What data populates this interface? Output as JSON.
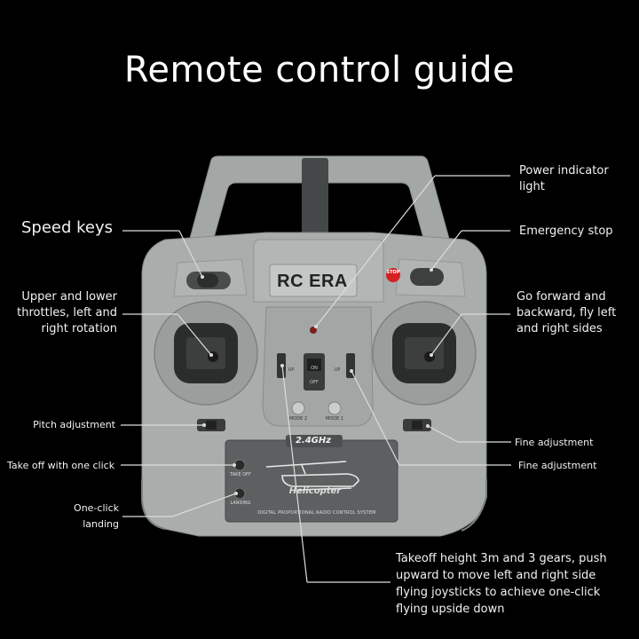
{
  "title": "Remote control guide",
  "brand": "RC ERA",
  "frequency": "2.4GHz",
  "panel": {
    "heli_label": "Helicopter",
    "system_label": "DIGITAL PROPORTIONAL RADIO CONTROL SYSTEM",
    "takeoff_label": "TAKE OFF",
    "landing_label": "LANDING",
    "mode2_label": "MODE 2",
    "mode1_label": "MODE 1",
    "up_label": "UP",
    "stop_label": "STOP",
    "on_label": "ON",
    "off_label": "OFF"
  },
  "callouts": {
    "speed_keys": "Speed keys",
    "power_indicator": "Power indicator\nlight",
    "emergency_stop": "Emergency stop",
    "left_stick": "Upper and lower\nthrottles, left and\nright rotation",
    "right_stick": "Go forward and\nbackward, fly left\nand right sides",
    "pitch_adjustment": "Pitch adjustment",
    "fine_adjustment_1": "Fine adjustment",
    "fine_adjustment_2": "Fine adjustment",
    "take_off": "Take off with one click",
    "landing": "One-click\nlanding",
    "takeoff_height": "Takeoff height 3m and 3 gears, push\nupward to move left and right side\nflying joysticks to achieve one-click\nflying upside down"
  },
  "colors": {
    "body": "#a9adab",
    "body_dark": "#8e9290",
    "panel": "#5c6060",
    "stop_red": "#d32222"
  }
}
